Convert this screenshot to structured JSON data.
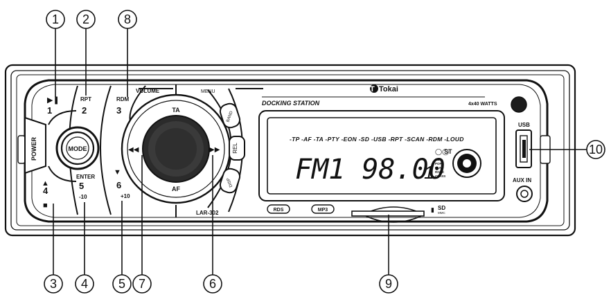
{
  "brand": "Tokai",
  "docking_label": "DOCKING STATION",
  "wattage": "4x40 WATTS",
  "model": "LAR-302",
  "labels": {
    "volume": "VOLUME",
    "menu": "MENU",
    "ta": "TA",
    "af": "AF",
    "mode": "MODE",
    "power": "POWER",
    "band": "BAND",
    "rel": "REL",
    "disp": "DISP",
    "usb": "USB",
    "aux_in": "AUX IN",
    "rds": "RDS",
    "mp3": "MP3",
    "sd": "SD",
    "sd_sub": "MMC",
    "enter": "ENTER",
    "minus10": "-10",
    "plus10": "+10"
  },
  "preset_buttons": [
    {
      "num": "1",
      "label": ""
    },
    {
      "num": "2",
      "label": "RPT"
    },
    {
      "num": "3",
      "label": "RDM"
    },
    {
      "num": "4",
      "label": ""
    },
    {
      "num": "5",
      "label": "ENTER"
    },
    {
      "num": "6",
      "label": ""
    }
  ],
  "lcd": {
    "indicators": "-TP -AF -TA -PTY -EON -SD -USB -RPT -SCAN -RDM -LOUD",
    "main_text": "FM1 98.00",
    "preset_digit": "1",
    "st": "ST",
    "side_indicators": [
      "RD",
      "POP",
      "FLAT",
      "ROCK",
      "CLASS"
    ]
  },
  "callouts": [
    "1",
    "2",
    "8",
    "10",
    "3",
    "4",
    "5",
    "7",
    "6",
    "9"
  ]
}
